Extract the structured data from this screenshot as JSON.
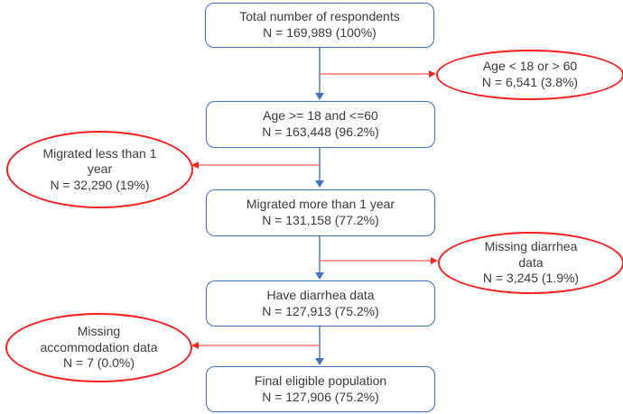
{
  "flow": {
    "boxes": [
      {
        "label": "Total number of respondents",
        "count": "N = 169,989 (100%)"
      },
      {
        "label": "Age >= 18 and <=60",
        "count": "N = 163,448 (96.2%)"
      },
      {
        "label": "Migrated more than 1 year",
        "count": "N = 131,158 (77.2%)"
      },
      {
        "label": "Have diarrhea data",
        "count": "N = 127,913 (75.2%)"
      },
      {
        "label": "Final eligible population",
        "count": "N = 127,906 (75.2%)"
      }
    ],
    "exclusions": [
      {
        "side": "right",
        "lines": [
          "Age < 18 or > 60",
          "N = 6,541 (3.8%)"
        ]
      },
      {
        "side": "left",
        "lines": [
          "Migrated less than 1",
          "year",
          "N = 32,290 (19%)"
        ]
      },
      {
        "side": "right",
        "lines": [
          "Missing diarrhea",
          "data",
          "N = 3,245 (1.9%)"
        ]
      },
      {
        "side": "left",
        "lines": [
          "Missing",
          "accommodation data",
          "N = 7 (0.0%)"
        ]
      }
    ],
    "colors": {
      "box_border": "#4472c4",
      "flow_arrow": "#4472c4",
      "exclusion_border": "#fe1b1b",
      "exclusion_arrow": "#ff3b30",
      "text": "#3a3a3a"
    }
  }
}
